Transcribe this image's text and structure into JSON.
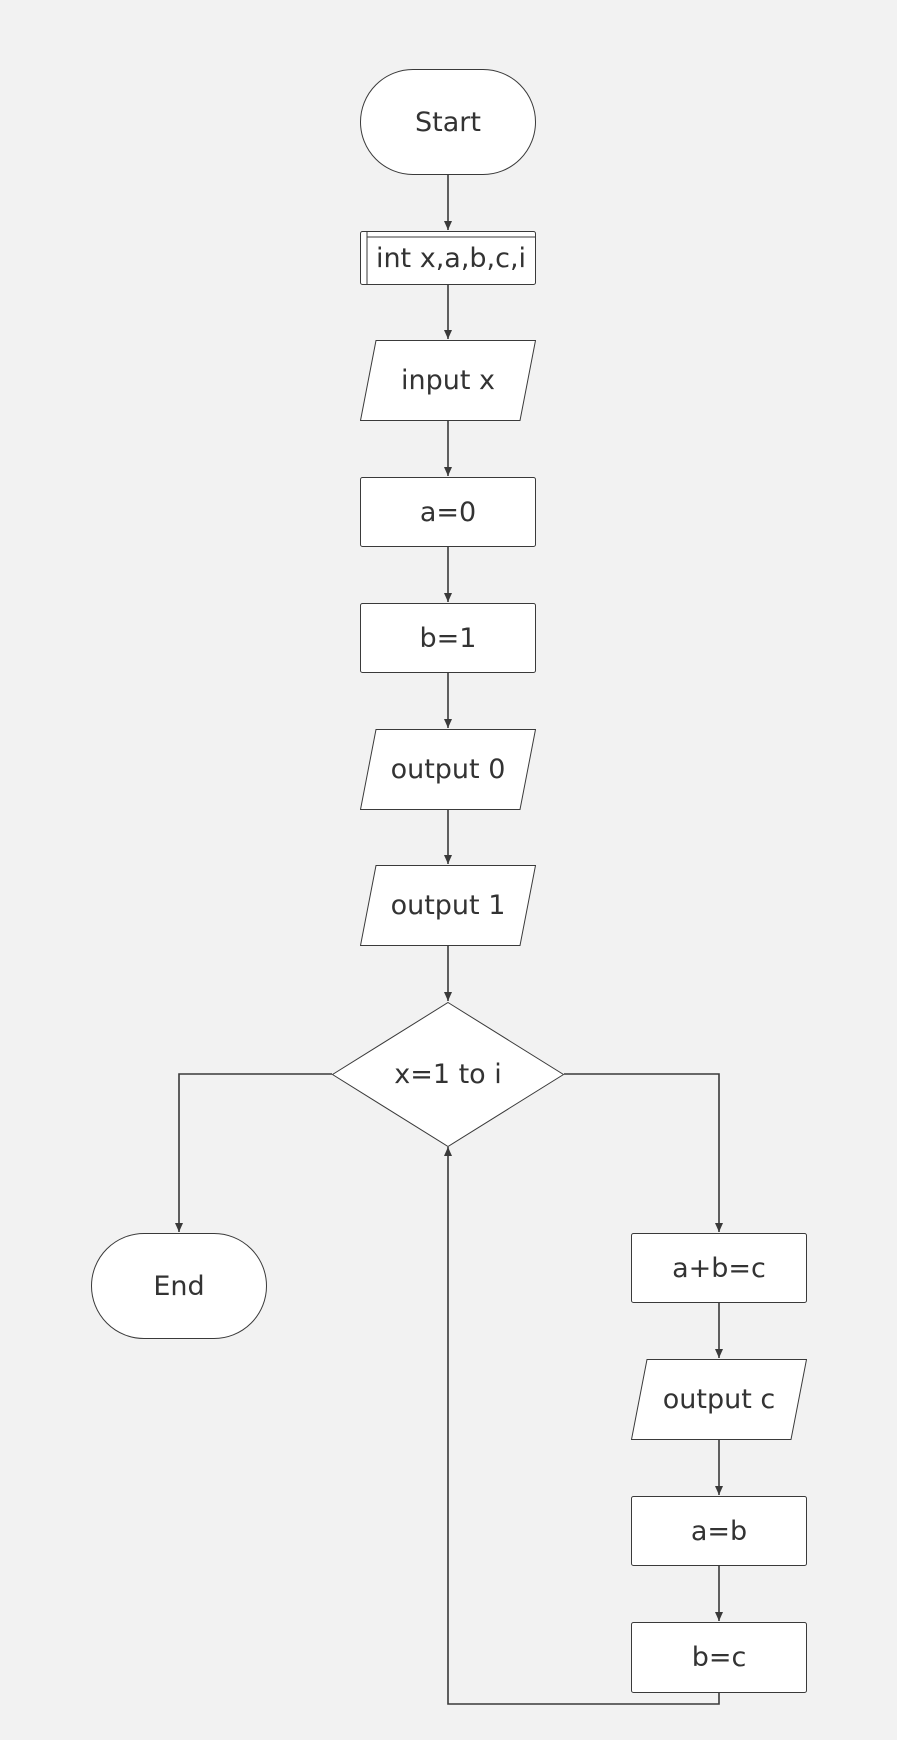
{
  "colors": {
    "background": "#f2f2f2",
    "fill": "#ffffff",
    "stroke": "#3a3a3a",
    "text": "#333333"
  },
  "nodes": {
    "start": "Start",
    "declare": "int x,a,b,c,i",
    "input_x": "input x",
    "a_init": "a=0",
    "b_init": "b=1",
    "output_0": "output 0",
    "output_1": "output 1",
    "loop": "x=1 to i",
    "end": "End",
    "sum": "a+b=c",
    "output_c": "output c",
    "a_update": "a=b",
    "b_update": "b=c"
  }
}
